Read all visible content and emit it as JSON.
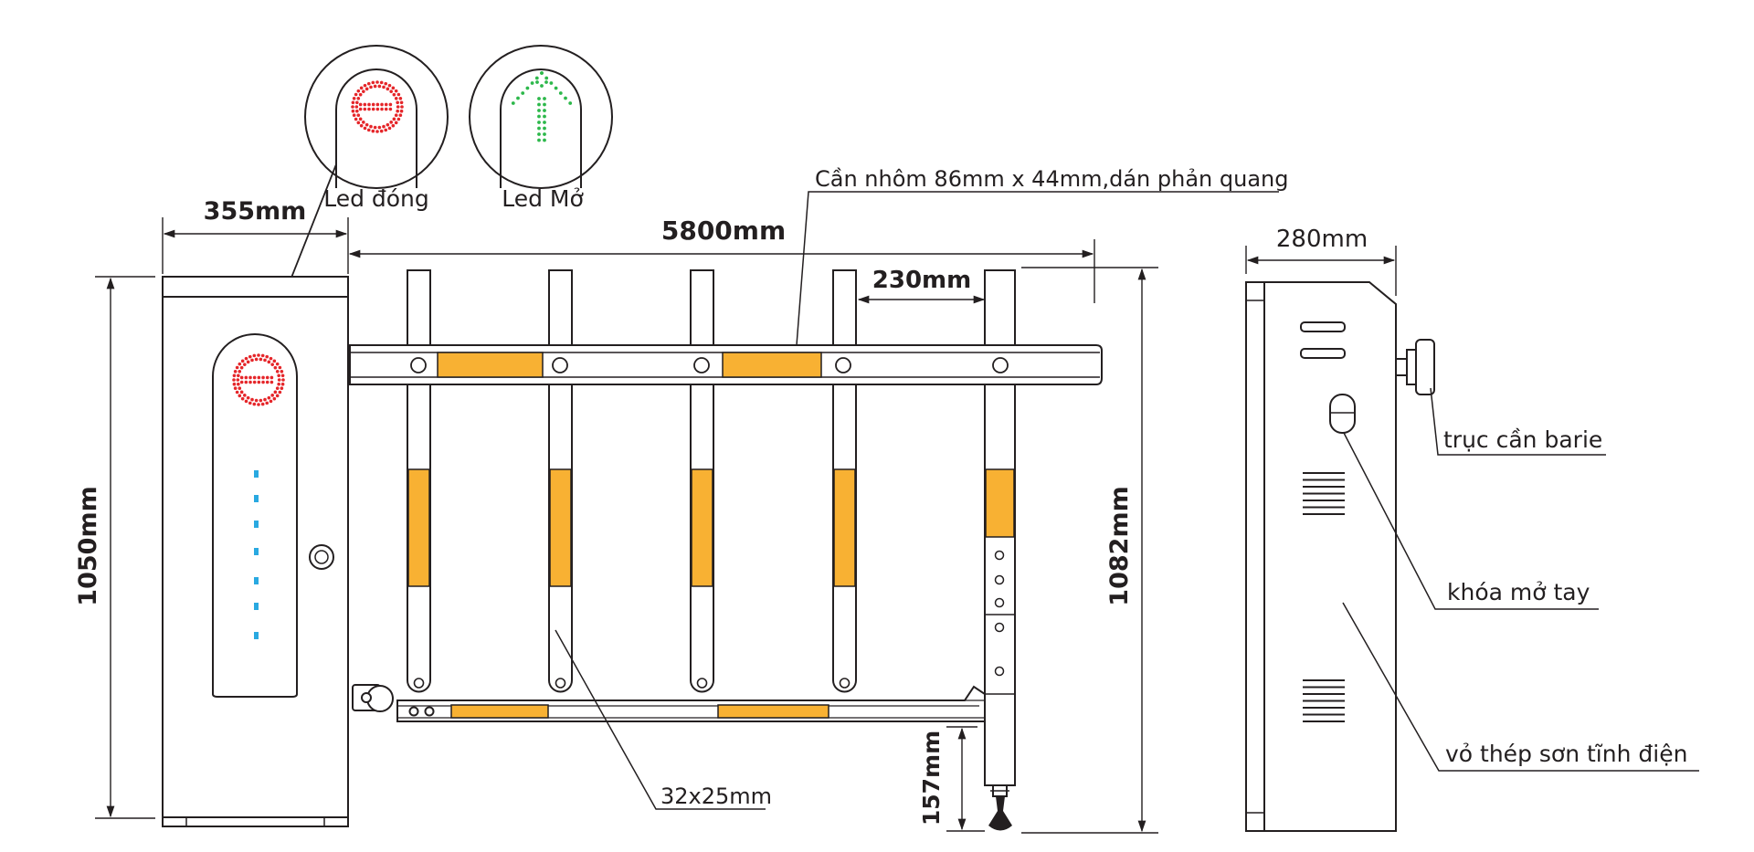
{
  "dimensions": {
    "cabinet_width": "355mm",
    "boom_length": "5800mm",
    "picket_spacing": "230mm",
    "cabinet_height": "1050mm",
    "gate_height": "1082mm",
    "bottom_clearance": "157mm",
    "side_width": "280mm"
  },
  "labels": {
    "led_closed": "Led đóng",
    "led_open": "Led Mở",
    "boom_note": "Cần nhôm 86mm x 44mm,dán phản quang",
    "picket_size": "32x25mm",
    "boom_shaft": "trục cần barie",
    "manual_lock": "khóa mở tay",
    "steel_housing": "vỏ thép sơn tĩnh điện"
  },
  "colors": {
    "line": "#231f20",
    "reflector": "#f8b133",
    "led_closed": "#e5262a",
    "led_open": "#2db84b",
    "status_led": "#29a9e1"
  },
  "icons": {
    "led_closed": "no-entry-icon",
    "led_open": "arrow-up-icon"
  }
}
